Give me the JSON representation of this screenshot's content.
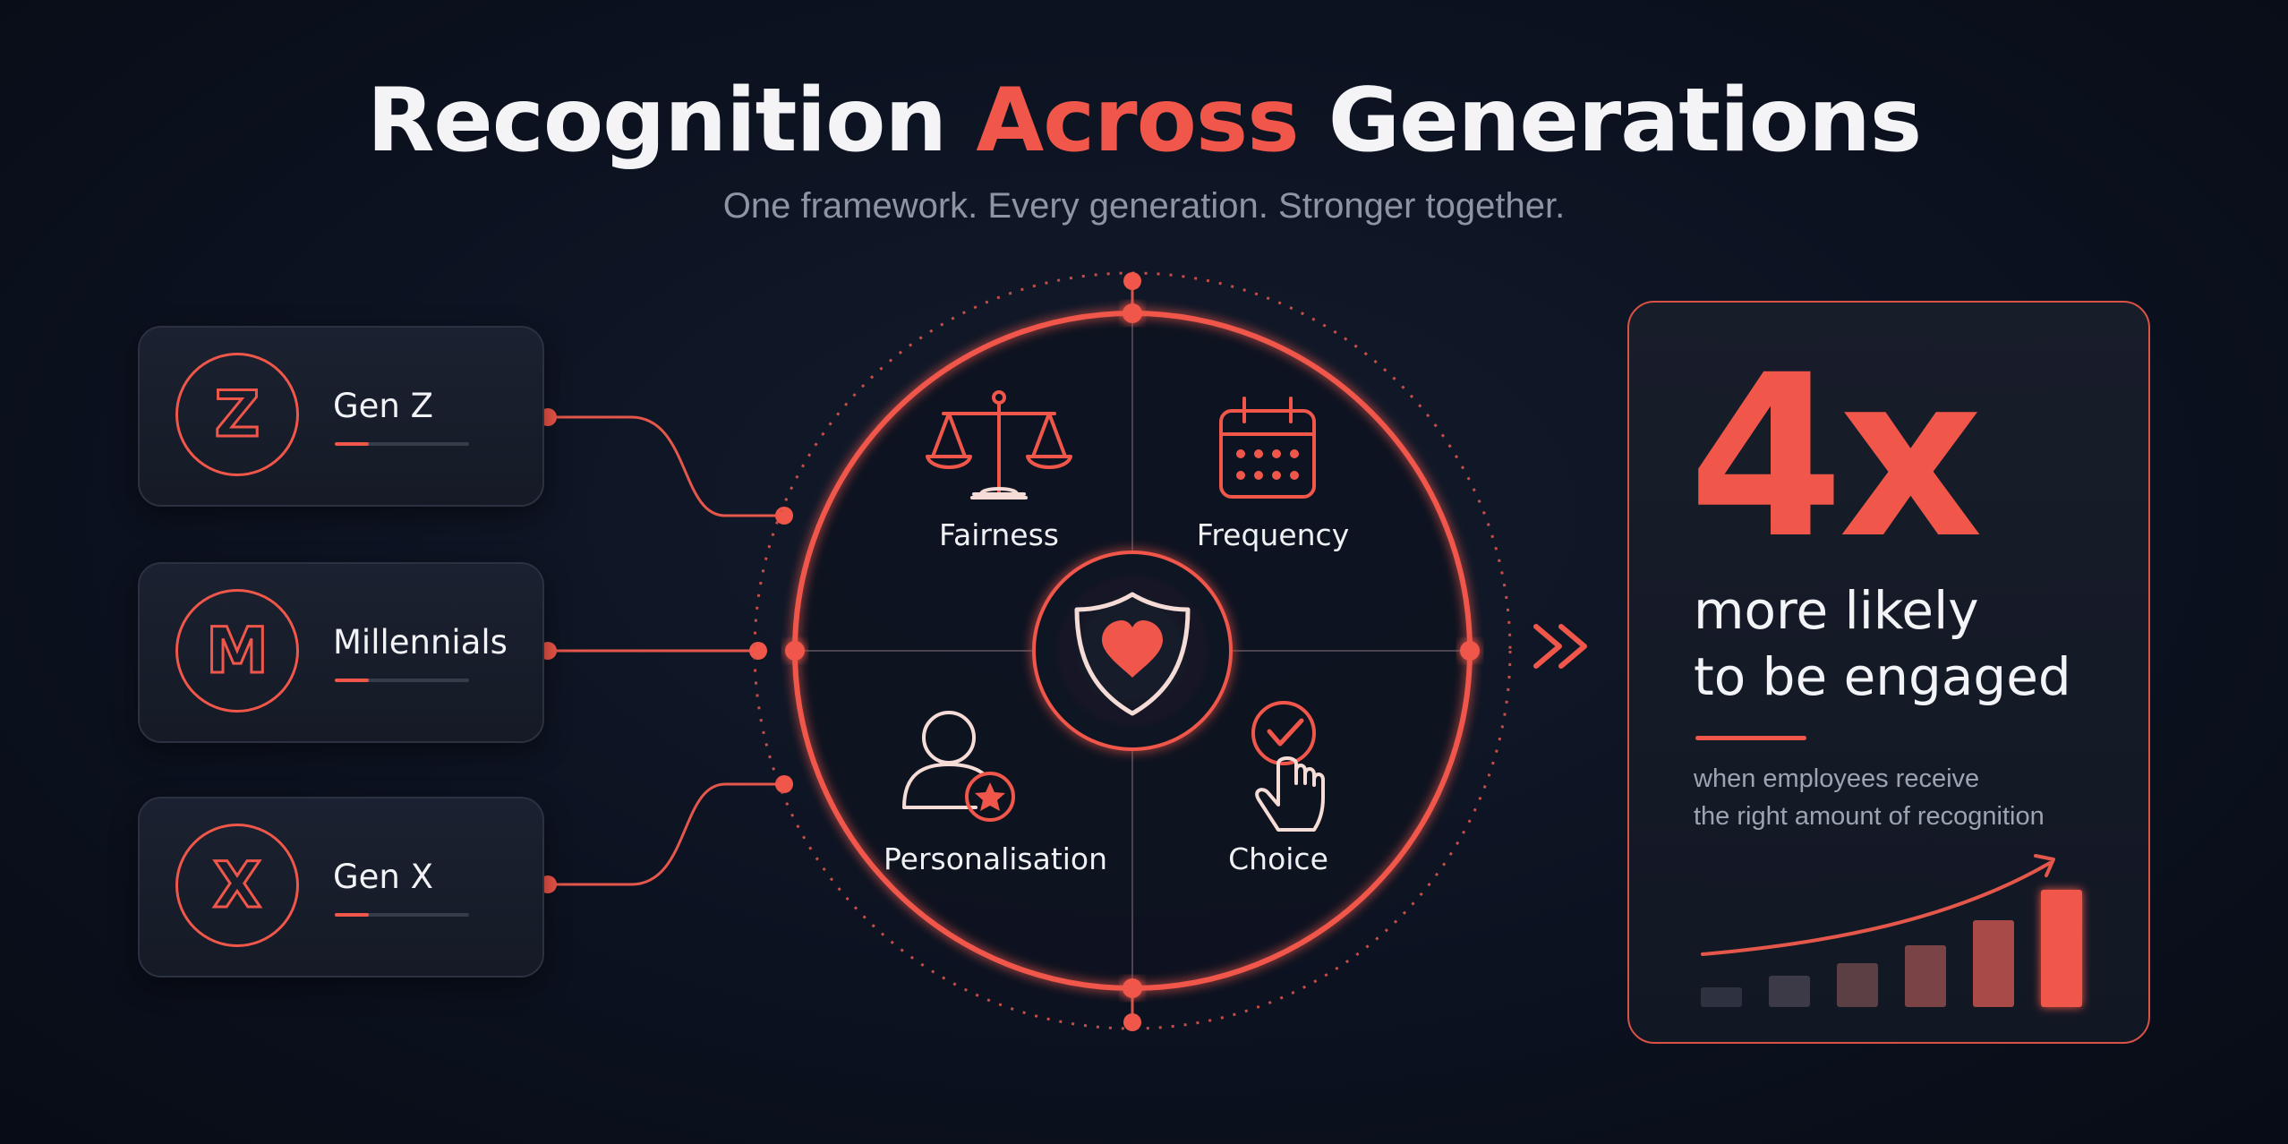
{
  "title": {
    "part1": "Recognition ",
    "accent": "Across",
    "part2": " Generations"
  },
  "subtitle": "One framework. Every generation. Stronger together.",
  "generations": [
    {
      "letter": "Z",
      "label": "Gen Z"
    },
    {
      "letter": "M",
      "label": "Millennials"
    },
    {
      "letter": "X",
      "label": "Gen X"
    }
  ],
  "pillars": {
    "fairness": "Fairness",
    "frequency": "Frequency",
    "personalisation": "Personalisation",
    "choice": "Choice"
  },
  "stat": {
    "value": "4x",
    "line1": "more likely",
    "line2": "to be engaged",
    "desc1": "when employees receive",
    "desc2": "the right amount of recognition"
  },
  "colors": {
    "accent": "#f0574a",
    "background": "#0c1220",
    "card": "#181d2a",
    "muted": "#8d94a3"
  },
  "icons": [
    "scales-icon",
    "calendar-icon",
    "shield-heart-icon",
    "person-star-icon",
    "hand-check-icon",
    "double-chevron-right-icon"
  ]
}
